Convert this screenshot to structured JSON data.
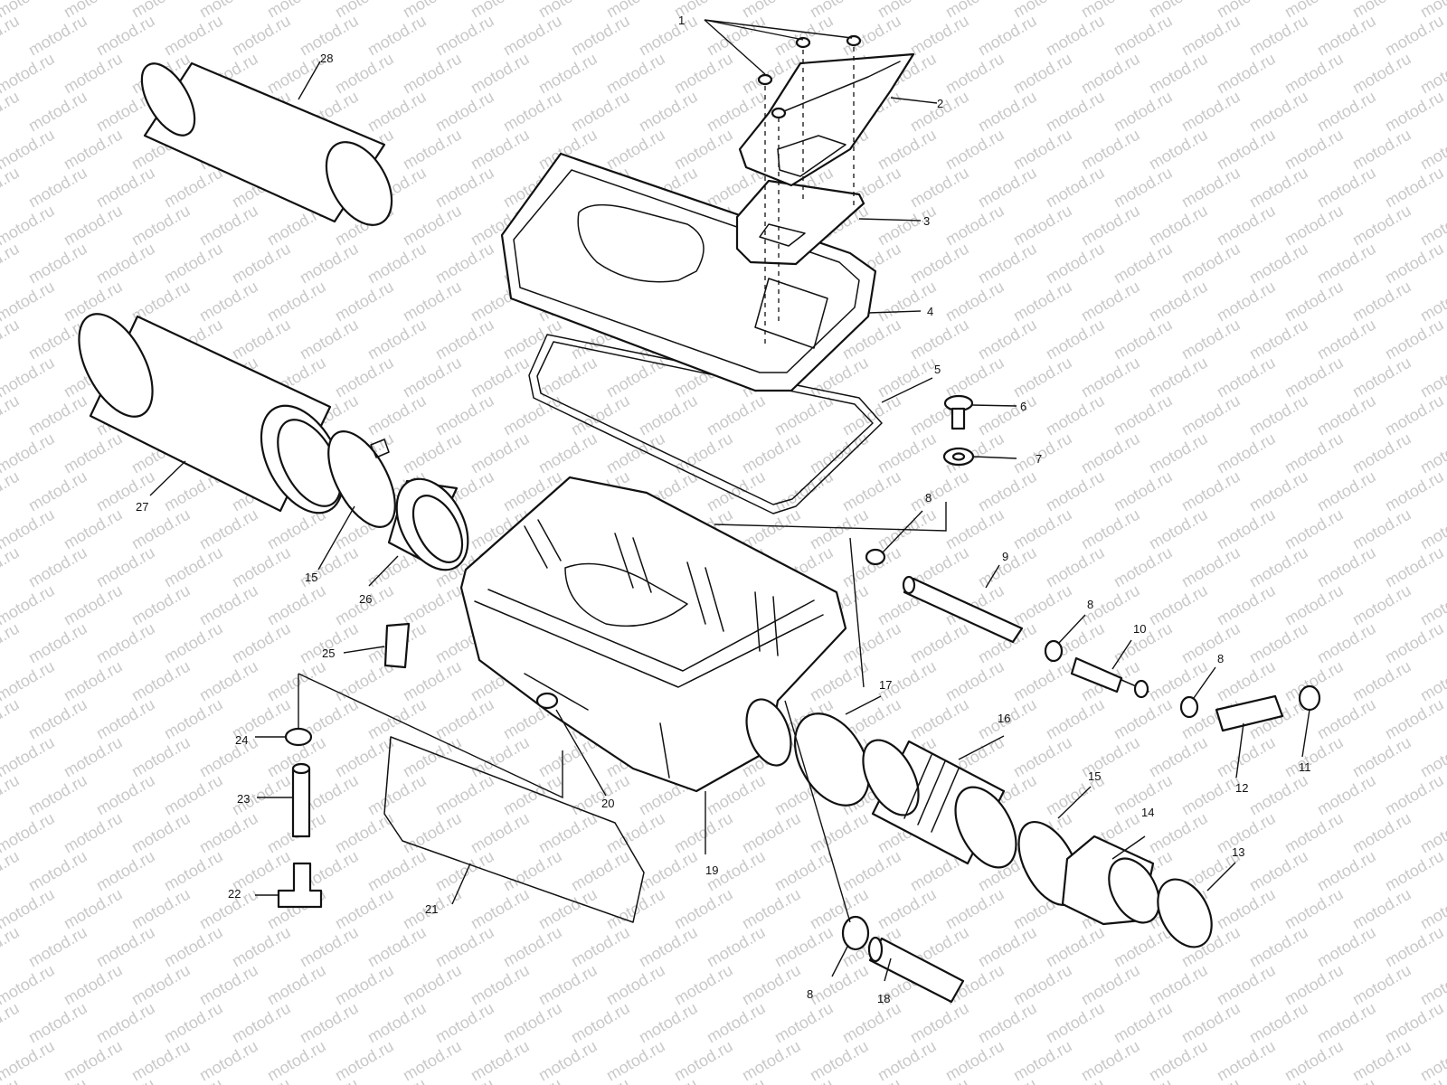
{
  "watermark": "motod.ru",
  "callouts": {
    "c1": "1",
    "c2": "2",
    "c3": "3",
    "c4": "4",
    "c5": "5",
    "c6": "6",
    "c7": "7",
    "c8a": "8",
    "c8b": "8",
    "c8c": "8",
    "c8d": "8",
    "c9": "9",
    "c10": "10",
    "c11": "11",
    "c12": "12",
    "c13": "13",
    "c14": "14",
    "c15a": "15",
    "c15b": "15",
    "c16": "16",
    "c17": "17",
    "c18": "18",
    "c19": "19",
    "c20": "20",
    "c21": "21",
    "c22": "22",
    "c23": "23",
    "c24": "24",
    "c25": "25",
    "c26": "26",
    "c27": "27",
    "c28": "28"
  }
}
